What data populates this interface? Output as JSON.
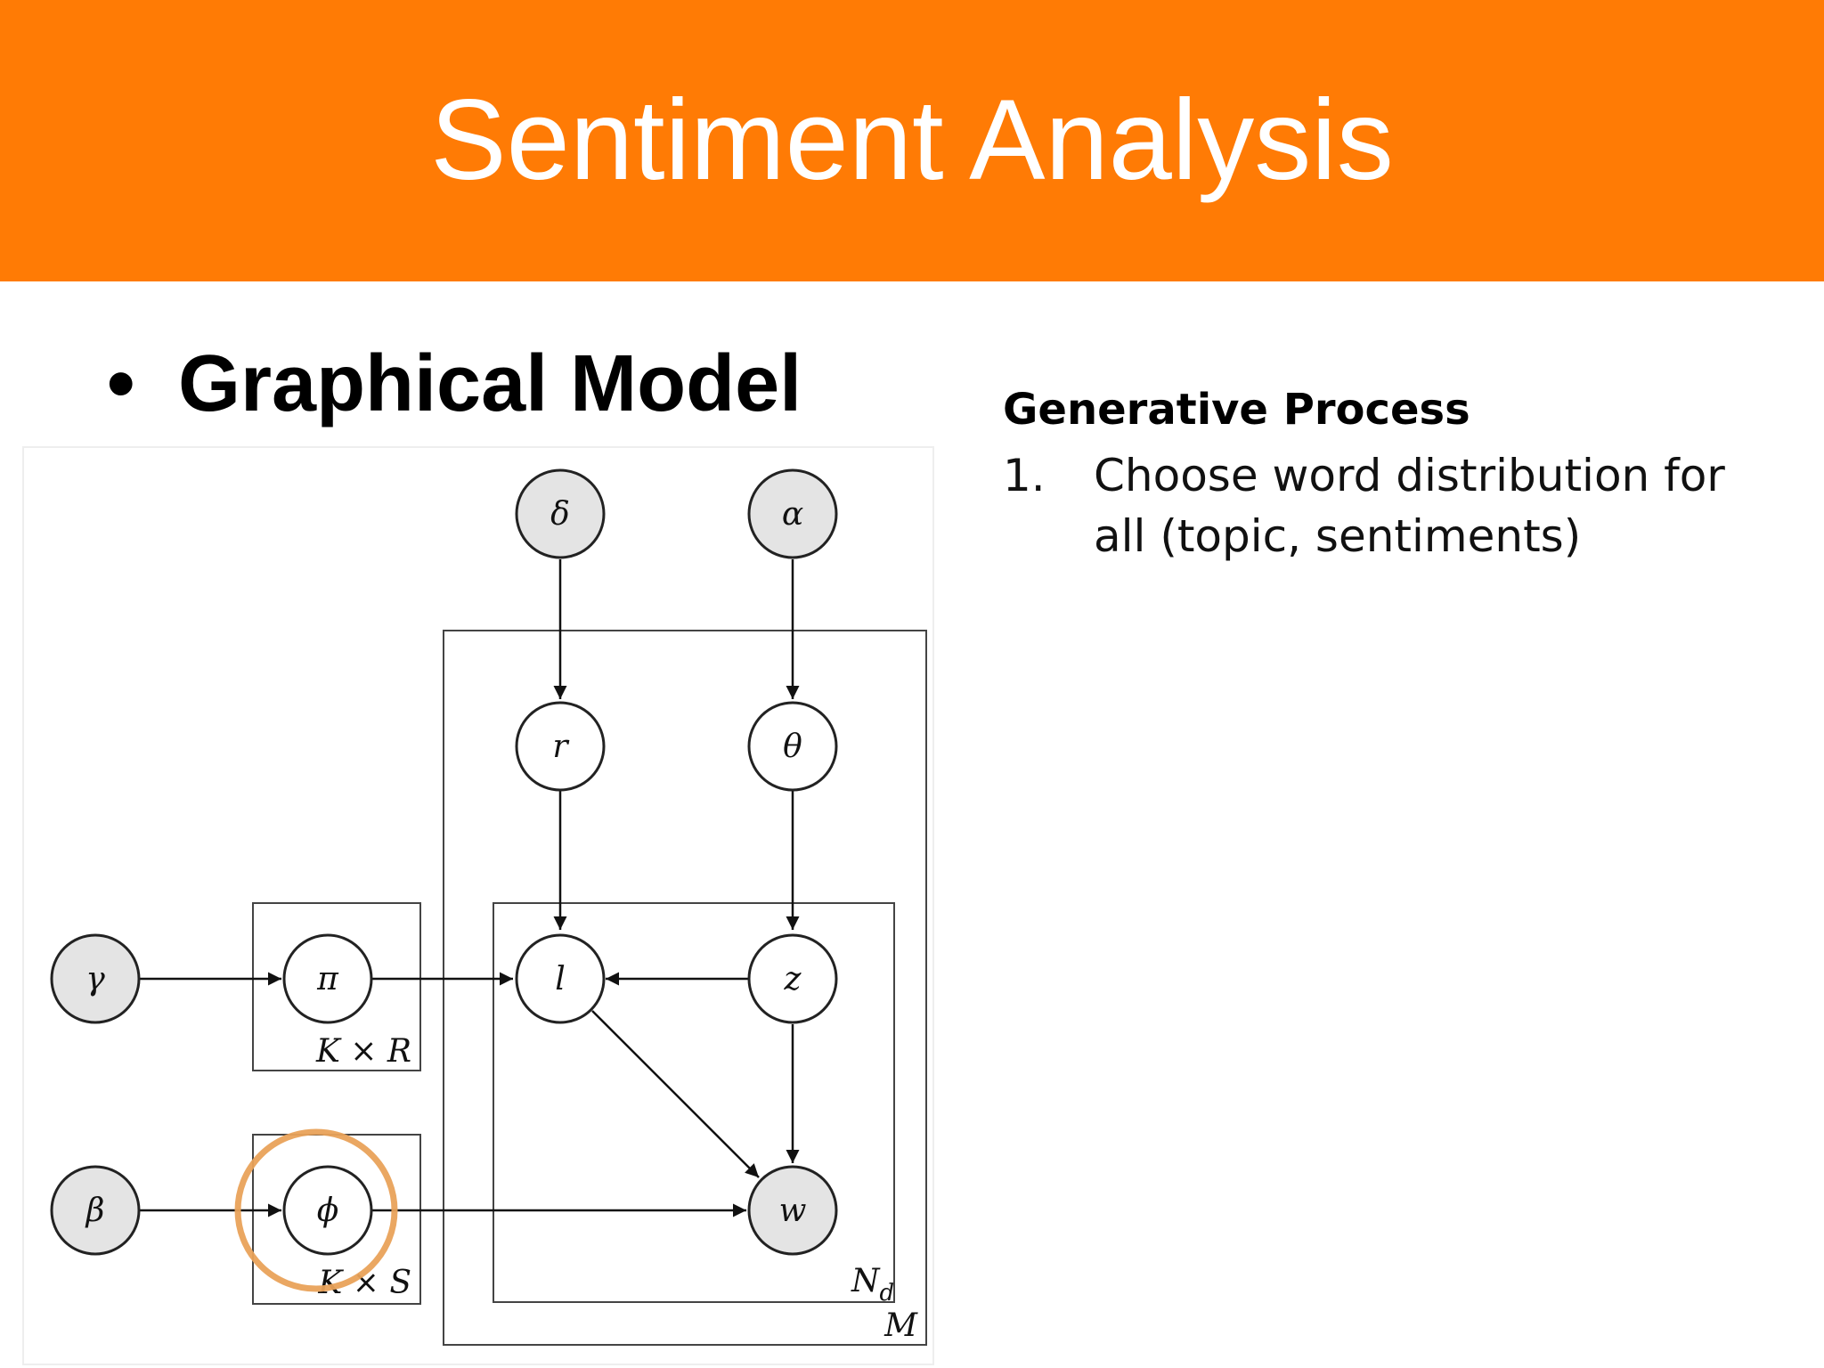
{
  "slide": {
    "title": "Sentiment Analysis",
    "bullet": "Graphical Model",
    "generative_process": {
      "heading": "Generative Process",
      "items": [
        {
          "number": "1.",
          "text": "Choose word distribution for all (topic, sentiments)"
        }
      ]
    }
  },
  "diagram": {
    "nodes": {
      "delta": "δ",
      "alpha": "α",
      "r": "r",
      "theta": "θ",
      "gamma": "γ",
      "pi": "π",
      "l": "l",
      "z": "z",
      "beta": "β",
      "phi": "ϕ",
      "w": "w"
    },
    "plates": {
      "KxR": "K × R",
      "KxS": "K × S",
      "Nd": "N",
      "Nd_sub": "d",
      "M": "M"
    }
  },
  "colors": {
    "header": "#ff7b05",
    "observed_node": "#e4e4e4",
    "latent_node": "#ffffff",
    "highlight_ring": "#e9a25a"
  }
}
